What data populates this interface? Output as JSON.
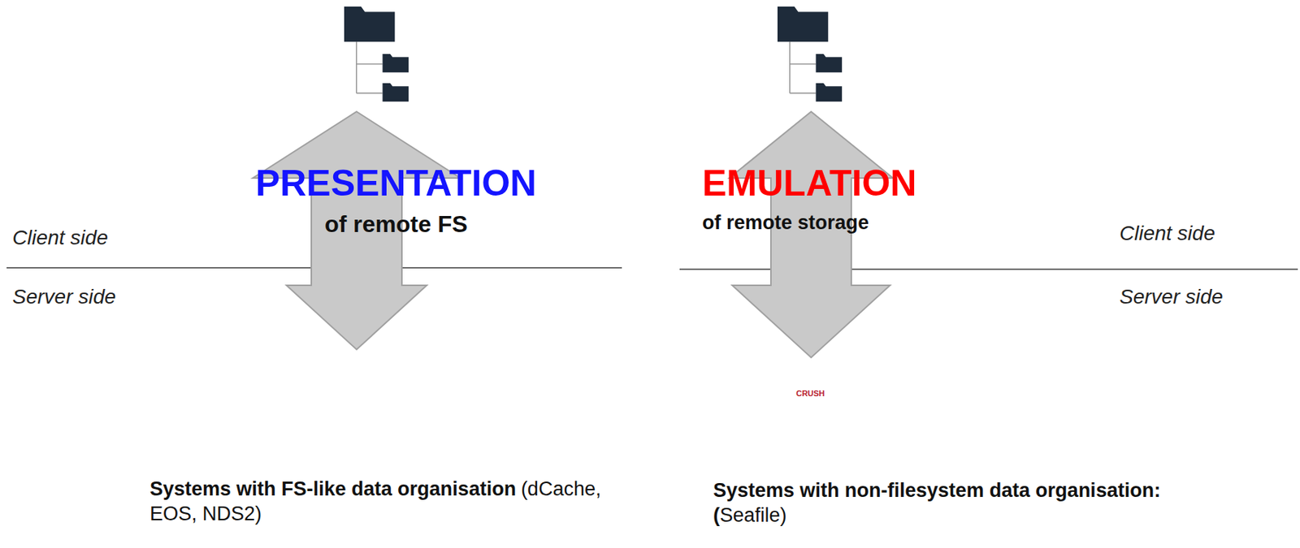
{
  "diagram": {
    "nodes": [
      {
        "text": [
          "Systems with FS-like data organisation",
          "(dCache, EOS, NDS2)"
        ]
      },
      {
        "text": [
          "Systems with non-filesystem data organisation: (",
          "Seafile)"
        ]
      }
    ],
    "labels": [
      "PRESENTATION",
      "of remote FS",
      "Client side",
      "Server side",
      "EMULATION",
      "of remote storage",
      "Client side",
      "Server side",
      "CRUSH"
    ]
  }
}
